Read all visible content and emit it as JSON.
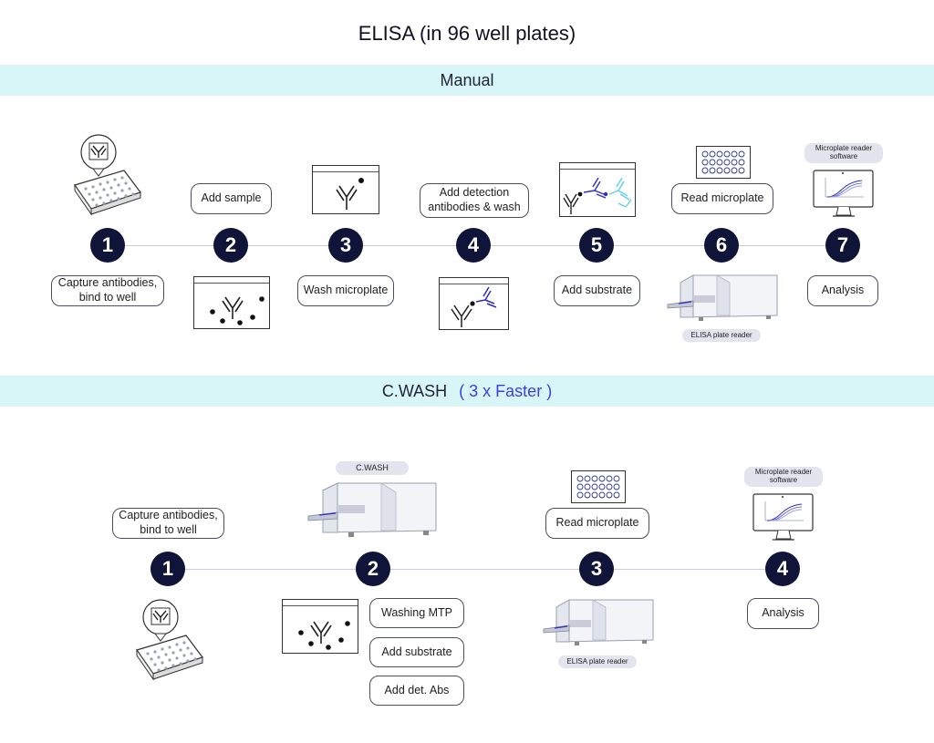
{
  "title": "ELISA (in 96 well plates)",
  "manual": {
    "band_label": "Manual",
    "steps": [
      {
        "number": "1",
        "label": "Capture antibodies,\nbind to well"
      },
      {
        "number": "2",
        "label": "Add sample"
      },
      {
        "number": "3",
        "label": "Wash microplate"
      },
      {
        "number": "4",
        "label": "Add detection\nantibodies & wash"
      },
      {
        "number": "5",
        "label": "Add substrate"
      },
      {
        "number": "6",
        "label": "Read microplate"
      },
      {
        "number": "7",
        "label": "Analysis"
      }
    ],
    "plate_reader_tag": "ELISA plate reader",
    "software_tag": "Microplate reader\nsoftware"
  },
  "cwash": {
    "band_label": "C.WASH",
    "band_emphasis": "( 3 x Faster )",
    "device_tag": "C.WASH",
    "steps": [
      {
        "number": "1",
        "label": "Capture antibodies,\nbind to well"
      },
      {
        "number": "2",
        "labels": [
          "Washing MTP",
          "Add substrate",
          "Add det. Abs"
        ]
      },
      {
        "number": "3",
        "label": "Read microplate"
      },
      {
        "number": "4",
        "label": "Analysis"
      }
    ],
    "plate_reader_tag": "ELISA plate reader",
    "software_tag": "Microplate reader\nsoftware"
  },
  "colors": {
    "band": "#d8f6f8",
    "step_circle": "#0f1438",
    "accent_blue": "#3b3fe0",
    "detection_antibody": "#2d2fbf",
    "substrate_cyan": "#5fd0e8"
  }
}
